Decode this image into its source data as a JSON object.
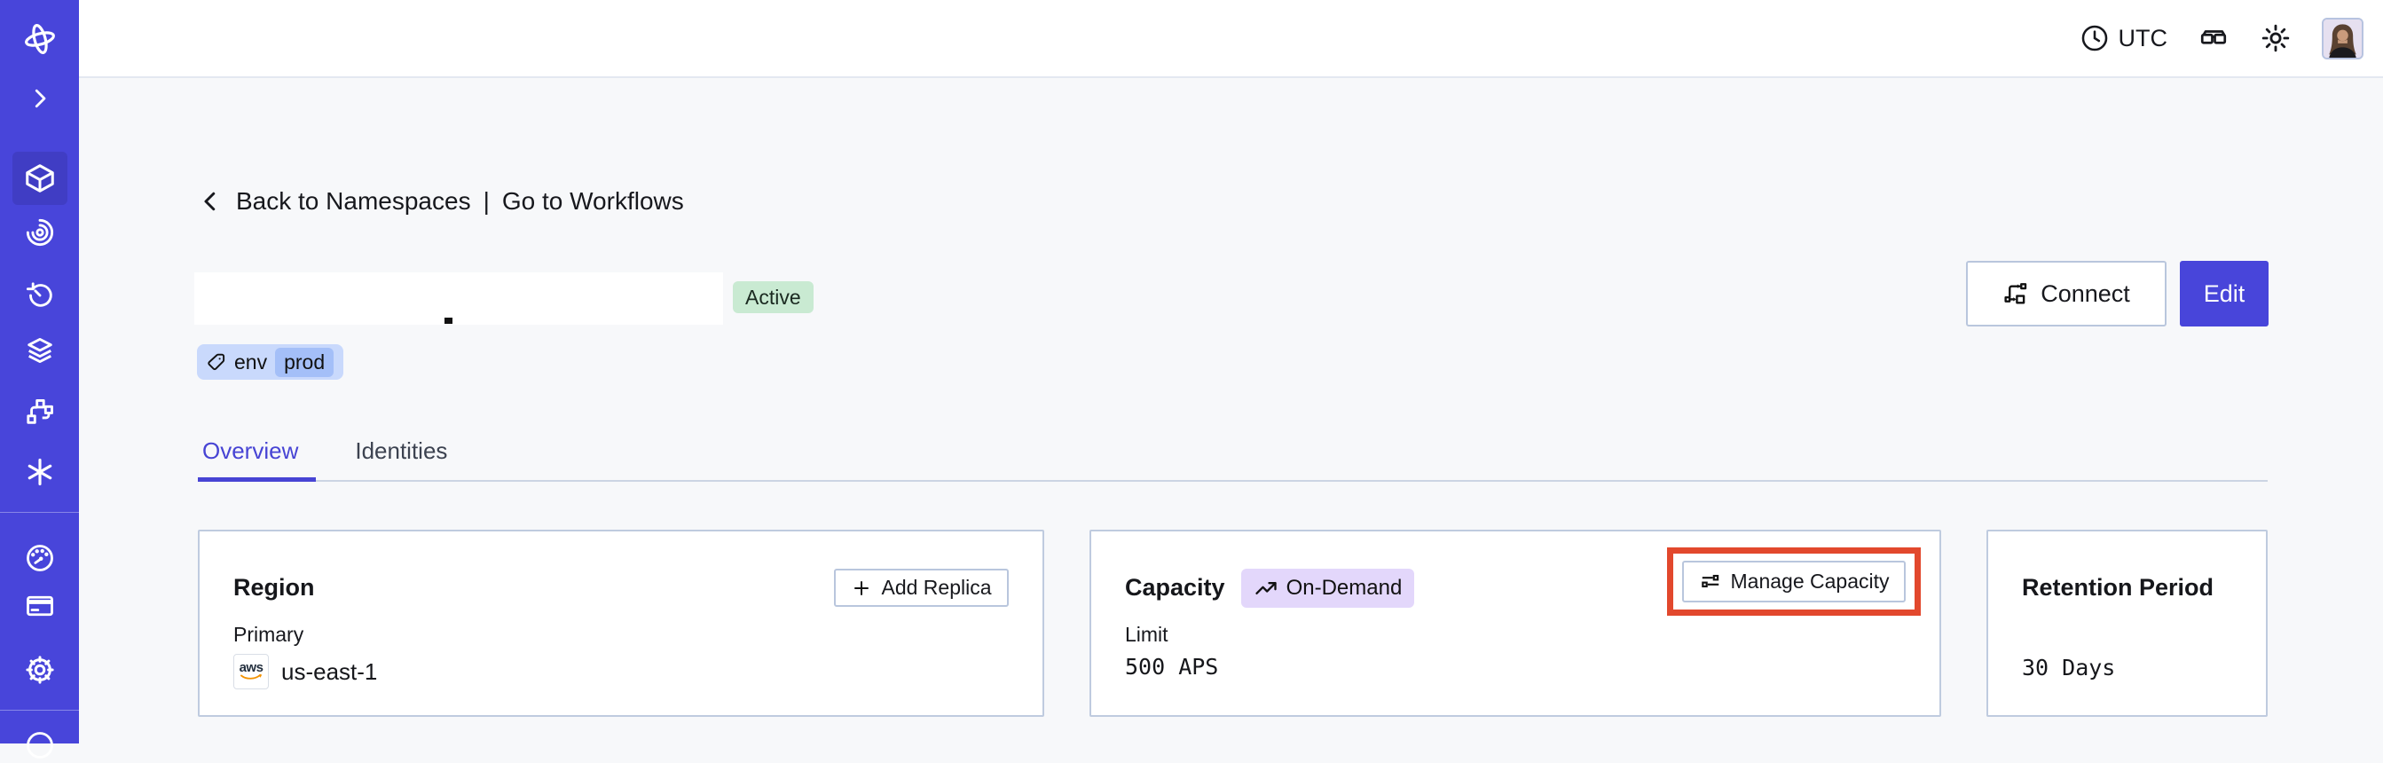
{
  "topbar": {
    "timezone": "UTC"
  },
  "breadcrumb": {
    "back": "Back to Namespaces",
    "separator": "|",
    "goto": "Go to Workflows"
  },
  "header": {
    "status": "Active",
    "tag_key": "env",
    "tag_value": "prod",
    "connect": "Connect",
    "edit": "Edit"
  },
  "tabs": {
    "overview": "Overview",
    "identities": "Identities"
  },
  "cards": {
    "region": {
      "title": "Region",
      "add_replica": "Add Replica",
      "label": "Primary",
      "provider": "aws",
      "value": "us-east-1"
    },
    "capacity": {
      "title": "Capacity",
      "badge": "On-Demand",
      "manage": "Manage Capacity",
      "label": "Limit",
      "value": "500 APS"
    },
    "retention": {
      "title": "Retention Period",
      "value": "30 Days"
    }
  },
  "sidebar_icons": [
    "temporal-logo",
    "expand-chevron",
    "namespaces",
    "workflows",
    "schedules",
    "deployments",
    "batch-operations",
    "nexus",
    "usage",
    "billing",
    "settings",
    "support"
  ],
  "topbar_icons": [
    "clock-icon",
    "reader-view-glasses-icon",
    "light-theme-sun-icon",
    "avatar"
  ],
  "colors": {
    "sidebar": "#4845DA",
    "sidebar_active": "#403DC4",
    "accent": "#4744D4",
    "status_badge_bg": "#C9EAD2",
    "tag_bg": "#C9D9FC",
    "tag_value_bg": "#A4BFF8",
    "ondemand_bg": "#E3D7FB",
    "highlight_border": "#E2482D",
    "card_border": "#BFCBDF",
    "aws_orange": "#F39200"
  }
}
